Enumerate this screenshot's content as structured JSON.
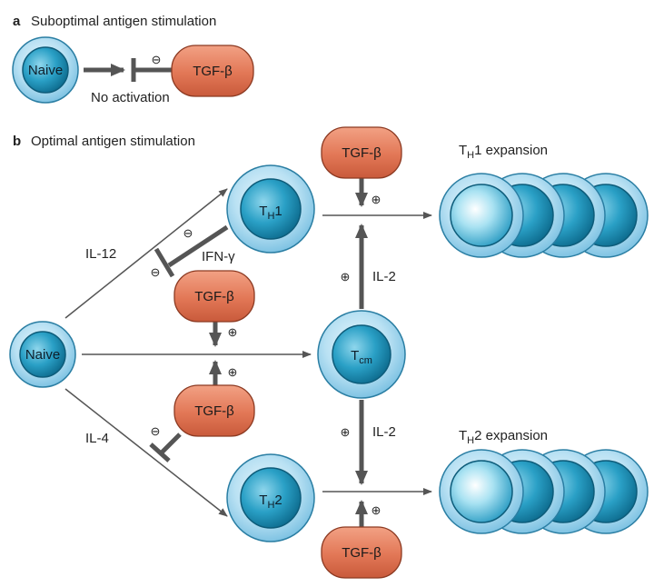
{
  "panel_a": {
    "letter": "a",
    "title": "Suboptimal antigen stimulation",
    "naive": "Naive",
    "tgf": "TGF-β",
    "inhibit_sign": "⊖",
    "no_activation": "No activation"
  },
  "panel_b": {
    "letter": "b",
    "title": "Optimal antigen stimulation",
    "naive": "Naive",
    "th1": {
      "main": "T",
      "sub": "H",
      "tail": "1"
    },
    "th2": {
      "main": "T",
      "sub": "H",
      "tail": "2"
    },
    "tcm": {
      "main": "T",
      "sub": "cm"
    },
    "tgf_top": "TGF-β",
    "tgf_upper": "TGF-β",
    "tgf_lower": "TGF-β",
    "tgf_bottom": "TGF-β",
    "il12": "IL-12",
    "il4": "IL-4",
    "ifn": "IFN-γ",
    "il2_up": "IL-2",
    "il2_down": "IL-2",
    "th1_expansion": {
      "main": "T",
      "sub": "H",
      "tail": "1 expansion"
    },
    "th2_expansion": {
      "main": "T",
      "sub": "H",
      "tail": "2 expansion"
    },
    "signs": {
      "plus_top": "⊕",
      "minus_ifn": "⊖",
      "minus_th1_inhibit": "⊖",
      "plus_upper_tgf": "⊕",
      "plus_lower_tgf": "⊕",
      "minus_il4_inhibit": "⊖",
      "plus_il2_up": "⊕",
      "plus_il2_down": "⊕",
      "plus_bottom": "⊕"
    }
  },
  "colors": {
    "cell_outer": "#a6d8ee",
    "cell_inner": "#1f95b8",
    "tgf_fill": "#e07a5c",
    "arrow": "#555555"
  }
}
